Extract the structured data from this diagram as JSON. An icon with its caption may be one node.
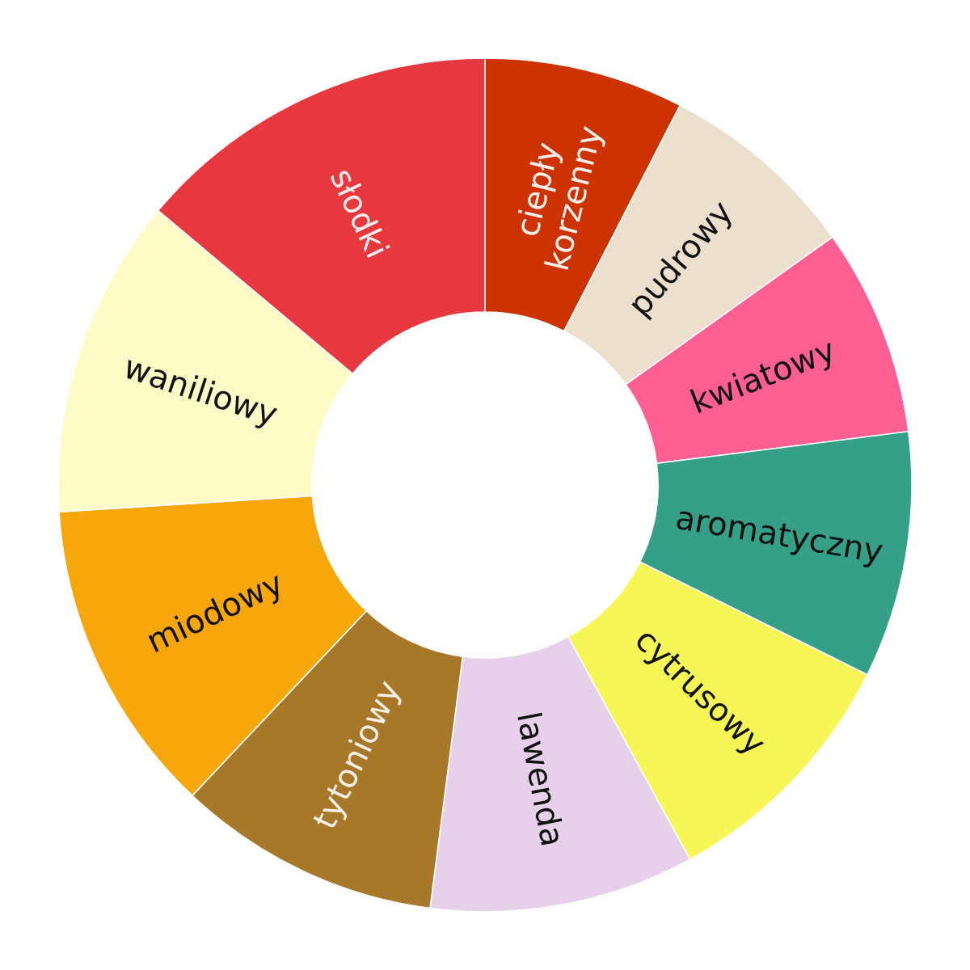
{
  "diagram": {
    "nodes": [
      {
        "text": [
          "słodki"
        ]
      },
      {
        "text": [
          "ciepły korzenny"
        ]
      },
      {
        "text": [
          "pudrowy"
        ]
      },
      {
        "text": [
          "kwiatowy"
        ]
      },
      {
        "text": [
          "aromatyczny"
        ]
      },
      {
        "text": [
          "cytrusowy"
        ]
      },
      {
        "text": [
          "lawenda"
        ]
      },
      {
        "text": [
          "tytoniowy"
        ]
      },
      {
        "text": [
          "miodowy"
        ]
      },
      {
        "text": [
          "waniliowy"
        ]
      }
    ]
  }
}
